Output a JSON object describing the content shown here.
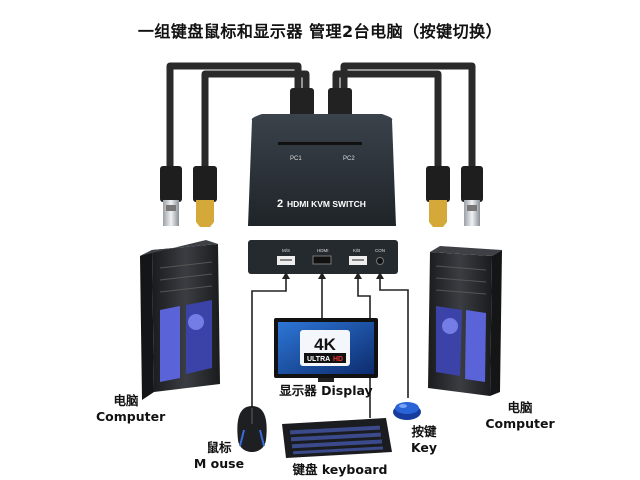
{
  "title": "一组键盘鼠标和显示器 管理2台电脑（按键切换）",
  "switch": {
    "pc1_label": "PC1",
    "pc2_label": "PC2",
    "logo_number": "2",
    "logo_text": "HDMI KVM SWITCH",
    "port_ms": "M/S",
    "port_hdmi": "HDMI",
    "port_kb": "K/B",
    "port_con": "CON"
  },
  "monitor": {
    "badge_big": "4K",
    "badge_ultra": "ULTRA",
    "badge_hd": "HD"
  },
  "labels": {
    "left_pc_cn": "电脑",
    "left_pc_en": "Computer",
    "right_pc_cn": "电脑",
    "right_pc_en": "Computer",
    "display": "显示器  Display",
    "mouse_cn": "鼠标",
    "mouse_en": "M ouse",
    "keyboard": "键盘  keyboard",
    "key_cn": "按键",
    "key_en": "Key"
  },
  "colors": {
    "cable": "#2a2a2a",
    "switch_body": "#2b3138",
    "case_body": "#26282b",
    "case_blue": "#5a63d8",
    "screen_blue": "#1c4fa8"
  }
}
